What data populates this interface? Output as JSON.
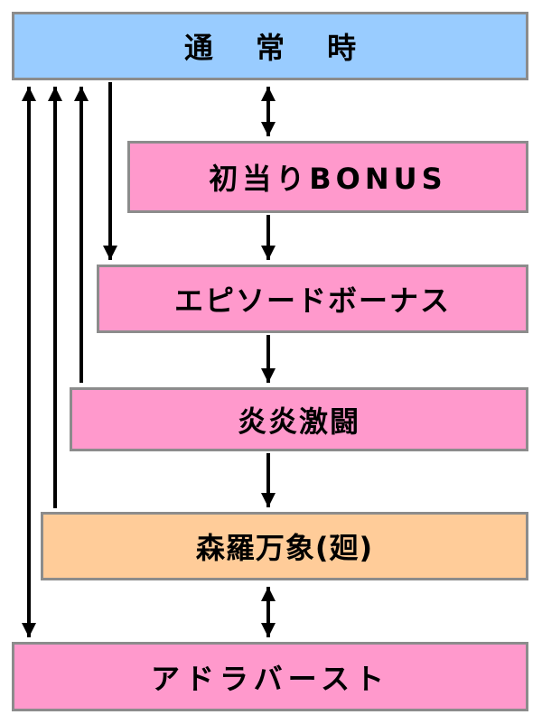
{
  "nodes": [
    {
      "id": "normal",
      "label": "通 常 時",
      "fill": "#99ccff"
    },
    {
      "id": "first_bonus",
      "label": "初当りBONUS",
      "fill": "#ff99cc"
    },
    {
      "id": "episode_bonus",
      "label": "エピソードボーナス",
      "fill": "#ff99cc"
    },
    {
      "id": "enen_gekitou",
      "label": "炎炎激闘",
      "fill": "#ff99cc"
    },
    {
      "id": "shinra_bansho",
      "label": "森羅万象(廻)",
      "fill": "#ffcc99"
    },
    {
      "id": "adora_burst",
      "label": "アドラバースト",
      "fill": "#ff99cc"
    }
  ],
  "edges": [
    {
      "from": "normal",
      "to": "first_bonus",
      "direction": "both"
    },
    {
      "from": "first_bonus",
      "to": "episode_bonus",
      "direction": "forward"
    },
    {
      "from": "episode_bonus",
      "to": "enen_gekitou",
      "direction": "forward"
    },
    {
      "from": "enen_gekitou",
      "to": "shinra_bansho",
      "direction": "forward"
    },
    {
      "from": "shinra_bansho",
      "to": "adora_burst",
      "direction": "both"
    },
    {
      "from": "normal",
      "to": "episode_bonus",
      "direction": "forward"
    },
    {
      "from": "enen_gekitou",
      "to": "normal",
      "direction": "forward"
    },
    {
      "from": "shinra_bansho",
      "to": "normal",
      "direction": "forward"
    },
    {
      "from": "normal",
      "to": "adora_burst",
      "direction": "both"
    }
  ],
  "colors": {
    "border": "#8c8c8c",
    "arrow": "#000000"
  }
}
